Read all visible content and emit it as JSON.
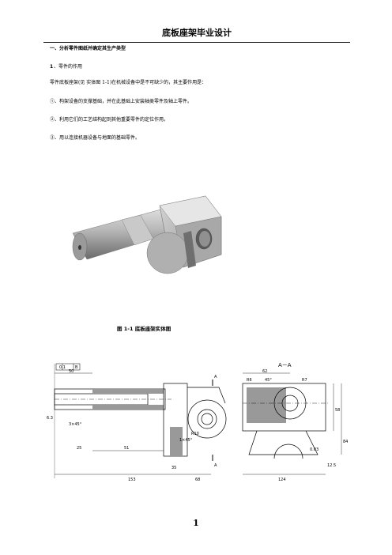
{
  "header": {
    "title": "底板座架毕业设计"
  },
  "section": {
    "heading": "一、分析零件图纸并确定其生产类型"
  },
  "subsection": {
    "number": "1",
    "title": "、零件的作用"
  },
  "paragraphs": {
    "intro": "零件底板座架(见 实体图 1-1)在机械设备中是不可缺少的，其主要作用是：",
    "item1": "①、构架设备的支撑基础，并在此基础上安装轴类零件及轴上零件。",
    "item2": "②、利用它们的工艺结构起到其他重要零件的定位作用。",
    "item3": "③、用以连接机器设备与地面的基础零件。"
  },
  "figure": {
    "caption": "图 1-1   底板座架实体图"
  },
  "drawing": {
    "section_label": "A－A",
    "section_mark": "A",
    "dims": [
      "153",
      "124",
      "84",
      "35",
      "68",
      "25",
      "50",
      "51",
      "62",
      "58",
      "R6",
      "R7",
      "R10",
      "1×45°",
      "3×45°",
      "45°",
      "12.5",
      "6.3",
      "0.1",
      "0.03",
      "B"
    ]
  },
  "page": {
    "number": "1"
  }
}
